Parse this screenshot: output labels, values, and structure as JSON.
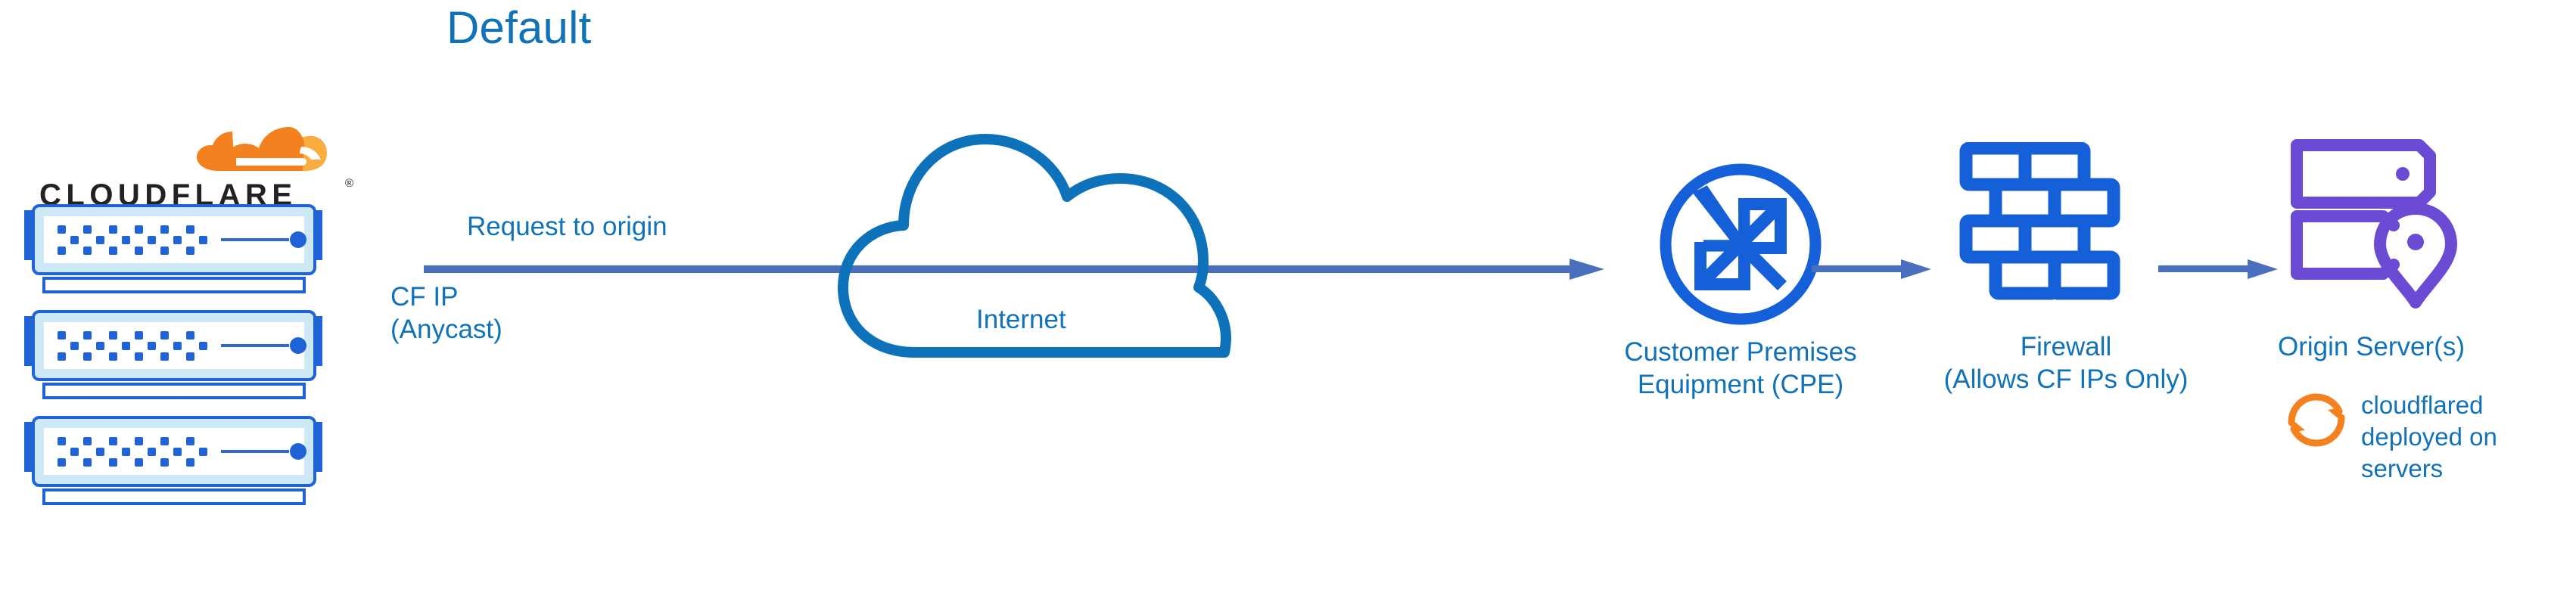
{
  "meta": {
    "title": "Default",
    "background_color": "#ffffff"
  },
  "colors": {
    "label_blue": "#1172b8",
    "icon_blue": "#1560d8",
    "cloud_blue": "#0d72b9",
    "connector_blue": "#4a6fbd",
    "origin_purple": "#6b4ad4",
    "cloudflare_orange": "#f48120",
    "cloudflare_orange_light": "#faad3f",
    "logo_text": "#222222",
    "edge_unit_border": "#1f63d6",
    "edge_unit_fill": "#cde9f5",
    "edge_unit_panel": "#ffffff",
    "edge_unit_dot": "#1f63d6"
  },
  "brand": {
    "wordmark": "CLOUDFLARE",
    "registered_mark": "®",
    "logo_icon": "cloudflare-cloud-logo"
  },
  "edge_units": [
    {
      "name": "cloudflare-edge-server-1"
    },
    {
      "name": "cloudflare-edge-server-2"
    },
    {
      "name": "cloudflare-edge-server-3"
    }
  ],
  "labels": {
    "request_to_origin": "Request to origin",
    "cf_ip": "CF IP\n(Anycast)",
    "internet": "Internet",
    "cpe": "Customer Premises\nEquipment (CPE)",
    "firewall": "Firewall\n(Allows CF IPs Only)",
    "origin_server": "Origin Server(s)",
    "cloudflared": "cloudflared\ndeployed on\nservers"
  },
  "nodes": [
    {
      "id": "internet",
      "icon": "cloud-icon",
      "label": "Internet"
    },
    {
      "id": "cpe",
      "icon": "router-icon",
      "label": "Customer Premises Equipment (CPE)"
    },
    {
      "id": "firewall",
      "icon": "brick-wall-icon",
      "label": "Firewall (Allows CF IPs Only)"
    },
    {
      "id": "origin-server",
      "icon": "server-rack-pin-icon",
      "label": "Origin Server(s)"
    }
  ],
  "connectors": [
    {
      "id": "arrow-main",
      "from": "cloudflare-edge",
      "to": "cpe",
      "label": "Request to origin",
      "style": "solid-arrow"
    },
    {
      "id": "arrow-cpe-firewall",
      "from": "cpe",
      "to": "firewall",
      "label": "",
      "style": "solid-arrow"
    },
    {
      "id": "arrow-firewall-origin",
      "from": "firewall",
      "to": "origin-server",
      "label": "",
      "style": "solid-arrow"
    }
  ],
  "annotations": [
    {
      "id": "cloudflared-note",
      "icon": "sync-arrows-icon",
      "text": "cloudflared deployed on servers"
    }
  ]
}
